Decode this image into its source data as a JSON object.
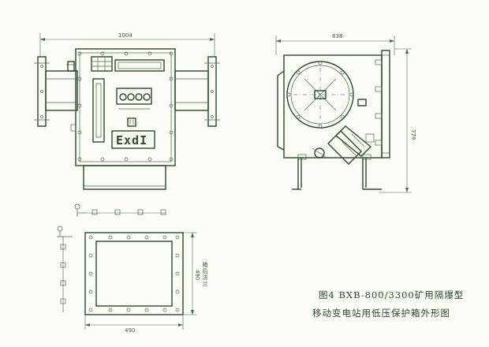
{
  "drawing": {
    "dimensions": {
      "front_width": "1004",
      "side_width": "638",
      "side_height": "779",
      "rear_height": "490",
      "rear_width": "490"
    },
    "labels": {
      "nameplate": "ExdI",
      "rear_view_note": "箱后法兰"
    },
    "caption": {
      "line1": "图4  BXB-800/3300矿用隔爆型",
      "line2": "移动变电站用低压保护箱外形图"
    }
  },
  "colors": {
    "ink": "#2c4a2c",
    "paper": "#fbfcf8"
  }
}
